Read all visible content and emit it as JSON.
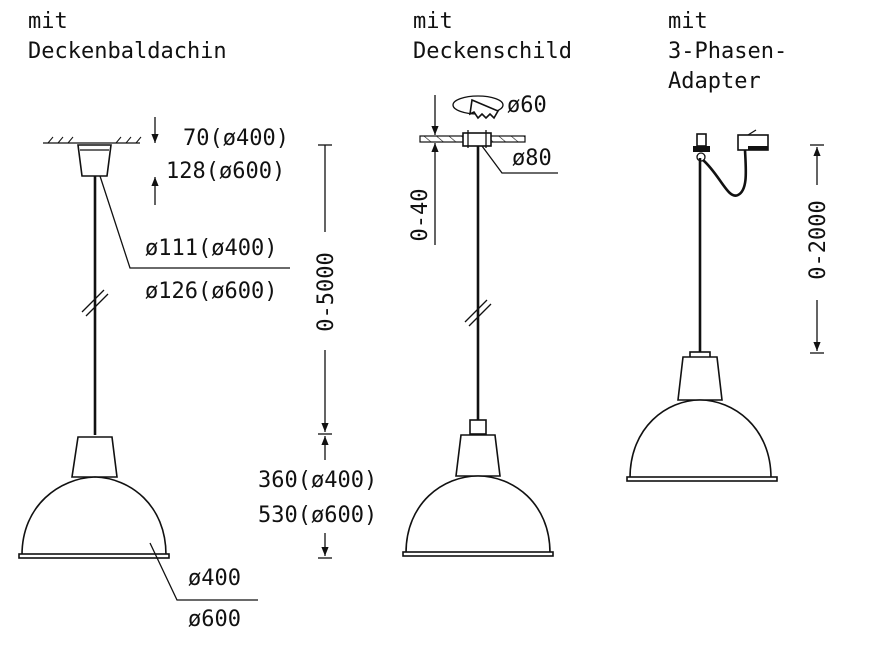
{
  "variants": [
    {
      "title_line1": "mit",
      "title_line2": "Deckenbaldachin",
      "dims": {
        "canopy_height_400": "70(ø400)",
        "canopy_height_600": "128(ø600)",
        "canopy_dia_400": "ø111(ø400)",
        "canopy_dia_600": "ø126(ø600)",
        "cable_length": "0-5000",
        "shade_height_400": "360(ø400)",
        "shade_height_600": "530(ø600)",
        "shade_dia_400": "ø400",
        "shade_dia_600": "ø600"
      }
    },
    {
      "title_line1": "mit",
      "title_line2": "Deckenschild",
      "dims": {
        "cover_dia_small": "ø60",
        "cover_dia_large": "ø80",
        "adjust": "0-40"
      }
    },
    {
      "title_line1": "mit",
      "title_line2": "3-Phasen-",
      "title_line3": "Adapter",
      "dims": {
        "cable_length": "0-2000"
      }
    }
  ]
}
